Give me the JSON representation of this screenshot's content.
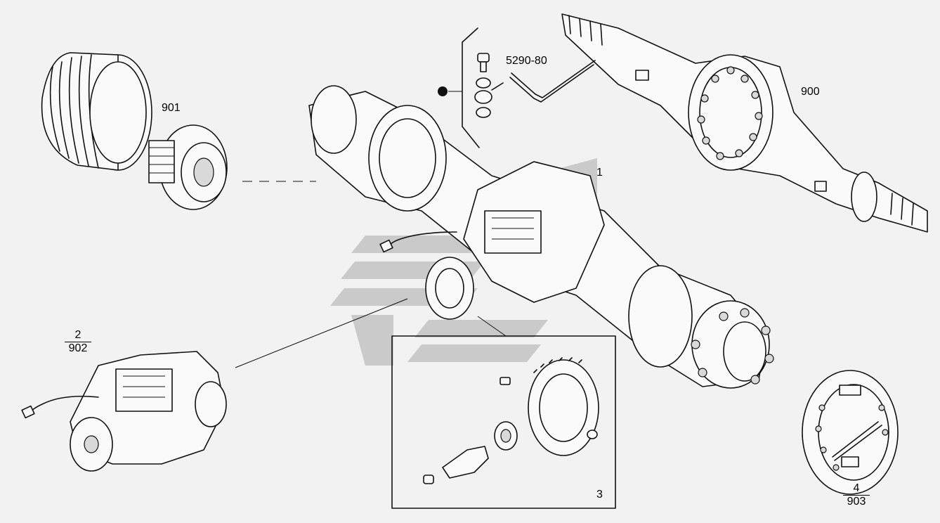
{
  "labels": {
    "part_901": "901",
    "part_900": "900",
    "part_1": "1",
    "part_3": "3",
    "tool": "5290-80",
    "part_2": "2",
    "part_902": "902",
    "part_4": "4",
    "part_903": "903"
  },
  "watermark": {
    "color": "#9a9a9a"
  }
}
